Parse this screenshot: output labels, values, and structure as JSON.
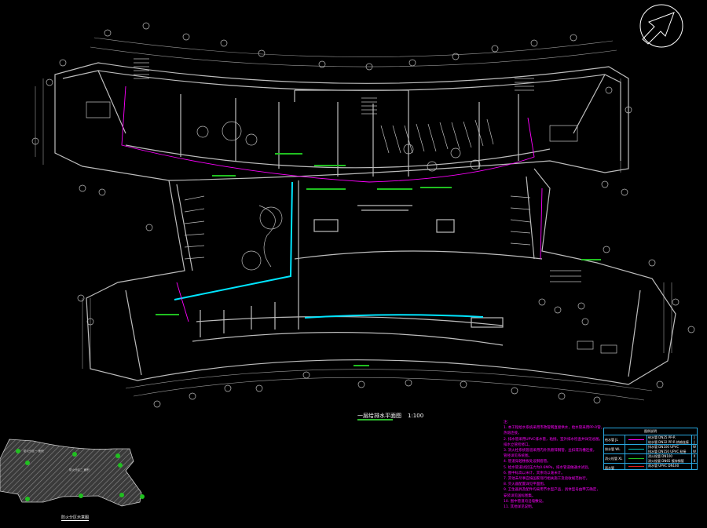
{
  "drawing": {
    "title": "一层给排水平面图",
    "scale": "1:100",
    "key_plan_title": "防火分区示意图",
    "key_plan_labels": [
      "防火分区一 面积",
      "防火分区二 面积"
    ]
  },
  "notes": {
    "heading": "注：",
    "lines": [
      "1. 本工程给水系统采用市政管网直接供水，给水管采用PP-R管，",
      "   热熔连接。",
      "2. 排水管采用UPVC排水管，粘接。室外排水检查井详见总图。",
      "   排水立管检修口。",
      "3. 消火栓系统管道采用内外热镀锌钢管，丝扣或沟槽连接，",
      "   管径详见系统图。",
      "4. 管道穿越楼板处设钢套管。",
      "5. 给水管道试验压力为0.6MPa，排水管道做通水试验。",
      "6. 图中标高以米计，其余均以毫米计。",
      "7. 其他未尽事宜按国家现行相关施工及验收规范执行。",
      "8. 灭火器配置详见平面图。",
      "9. 卫生器具及配件均采用节水型产品，具体型号由甲方确定，",
      "   安装详见国标图集。",
      "10. 图中管道均沿墙敷设。",
      "11. 其他详见说明。"
    ]
  },
  "legend": {
    "title": "图例说明",
    "rows": [
      {
        "name": "给水管 JL",
        "color": "#ff00ff",
        "desc": [
          "给水管 DN25 PP-R",
          "给水管 DN32 PP-R 热熔连接"
        ],
        "mark": [
          "J",
          "J"
        ]
      },
      {
        "name": "排水管 WL",
        "color": "#00c8c8",
        "desc": [
          "排水管 DN100 UPVC",
          "排水管 DN150 UPVC 粘接"
        ],
        "mark": [
          "W",
          "W"
        ]
      },
      {
        "name": "消火栓管 XL",
        "color": "#20c020",
        "desc": [
          "消火栓管 DN100",
          "消火栓管 DN65 镀锌钢管"
        ],
        "mark": [
          "X",
          "X"
        ]
      },
      {
        "name": "雨水管",
        "color": "#e02020",
        "desc": [
          "雨水管 UPVC DN100"
        ],
        "mark": []
      }
    ]
  },
  "colors": {
    "walls": "#bdbdbd",
    "cyan": "#00e5ff",
    "magenta": "#ff00ff",
    "green": "#20c020"
  }
}
